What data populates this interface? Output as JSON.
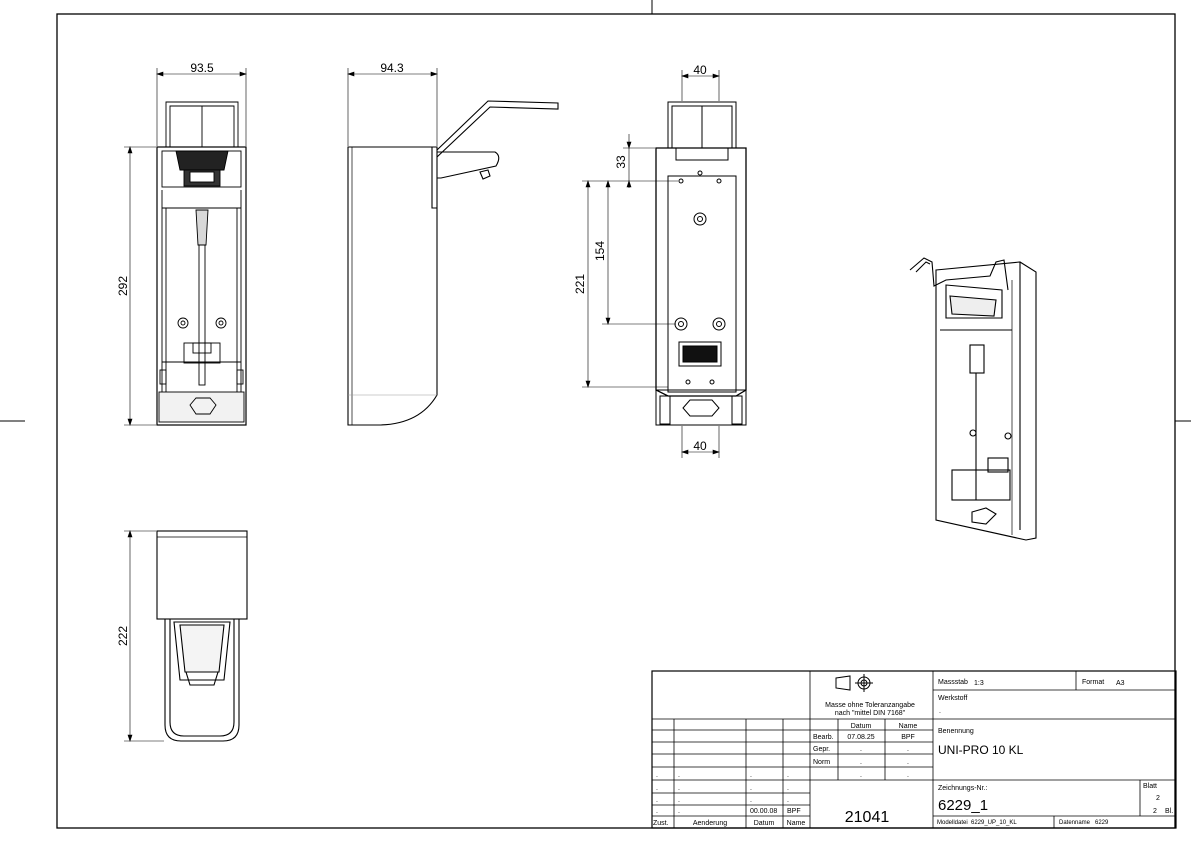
{
  "dimensions": {
    "front_width": "93.5",
    "side_depth": "94.3",
    "front_height": "292",
    "top_depth": "222",
    "rear_top_width": "40",
    "rear_bottom_width": "40",
    "rear_offset": "33",
    "rear_hole_spacing": "154",
    "rear_hole_height": "221"
  },
  "title_block": {
    "tolerance_note_line1": "Masse ohne Toleranzangabe",
    "tolerance_note_line2": "nach \"mittel DIN 7168\"",
    "scale_label": "Massstab",
    "scale_value": "1:3",
    "format_label": "Format",
    "format_value": "A3",
    "material_label": "Werkstoff",
    "material_value": ".",
    "name_label": "Benennung",
    "name_value": "UNI-PRO 10 KL",
    "col_date": "Datum",
    "col_name": "Name",
    "row_bearb": "Bearb.",
    "bearb_date": "07.08.25",
    "bearb_name": "BPF",
    "row_gepr": "Gepr.",
    "gepr_date": ".",
    "gepr_name": ".",
    "row_norm": "Norm",
    "norm_date": ".",
    "norm_name": ".",
    "drawing_no_label": "Zeichnungs-Nr.:",
    "drawing_no": "6229_1",
    "sheet_label": "Blatt",
    "sheet_value": "2",
    "sheets_total": "2",
    "sheets_suffix": "Bl.",
    "order_no": "21041",
    "model_label": "Modelldatei",
    "model_value": "6229_UP_10_KL",
    "data_label": "Datenname",
    "data_value": "6229",
    "rev_zust": "Zust.",
    "rev_aenderung": "Aenderung",
    "rev_datum": "Datum",
    "rev_name": "Name",
    "rev_date_value": "00.00.08",
    "rev_name_value": "BPF",
    "dot": "."
  }
}
